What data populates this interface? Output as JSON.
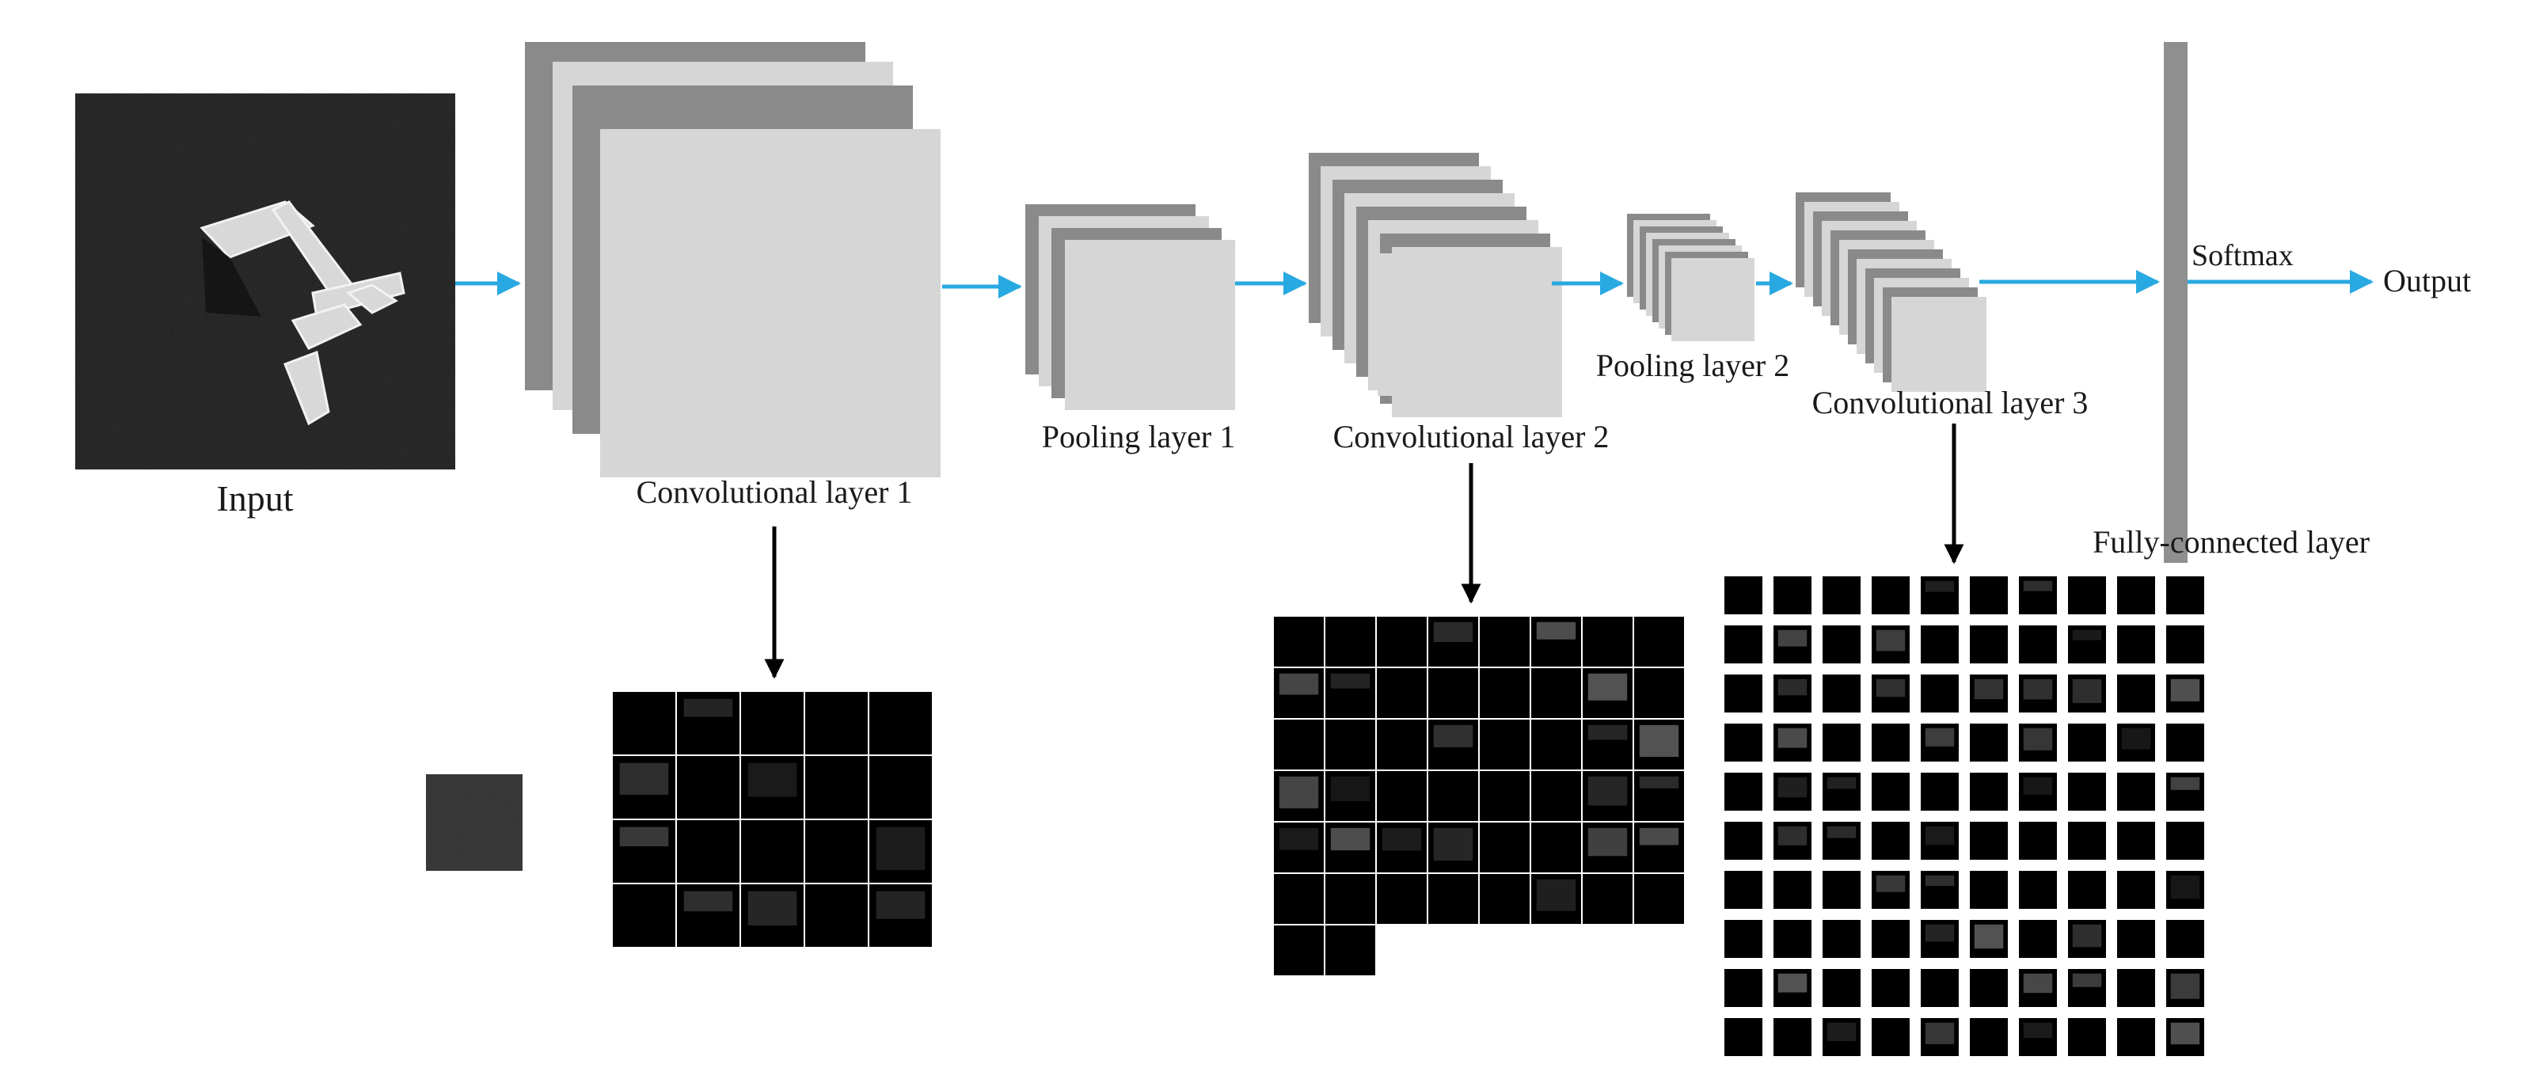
{
  "labels": {
    "input": "Input",
    "conv1": "Convolutional layer 1",
    "pool1": "Pooling layer 1",
    "conv2": "Convolutional layer 2",
    "pool2": "Pooling layer 2",
    "conv3": "Convolutional layer 3",
    "fc": "Fully-connected layer",
    "softmax": "Softmax",
    "output": "Output"
  },
  "colors": {
    "flow_arrow": "#29a9e1",
    "down_arrow": "#000000",
    "map_dark": "#8a8a8a",
    "map_light": "#d6d6d6",
    "fc_bar": "#8f8f8f",
    "feature_bg": "#000000"
  },
  "feature_grids": {
    "conv1": {
      "cols": 5,
      "rows": 4,
      "count": 20
    },
    "conv2": {
      "cols": 8,
      "rows": 7,
      "count": 50
    },
    "conv3": {
      "cols": 10,
      "rows": 10,
      "count": 100
    }
  }
}
